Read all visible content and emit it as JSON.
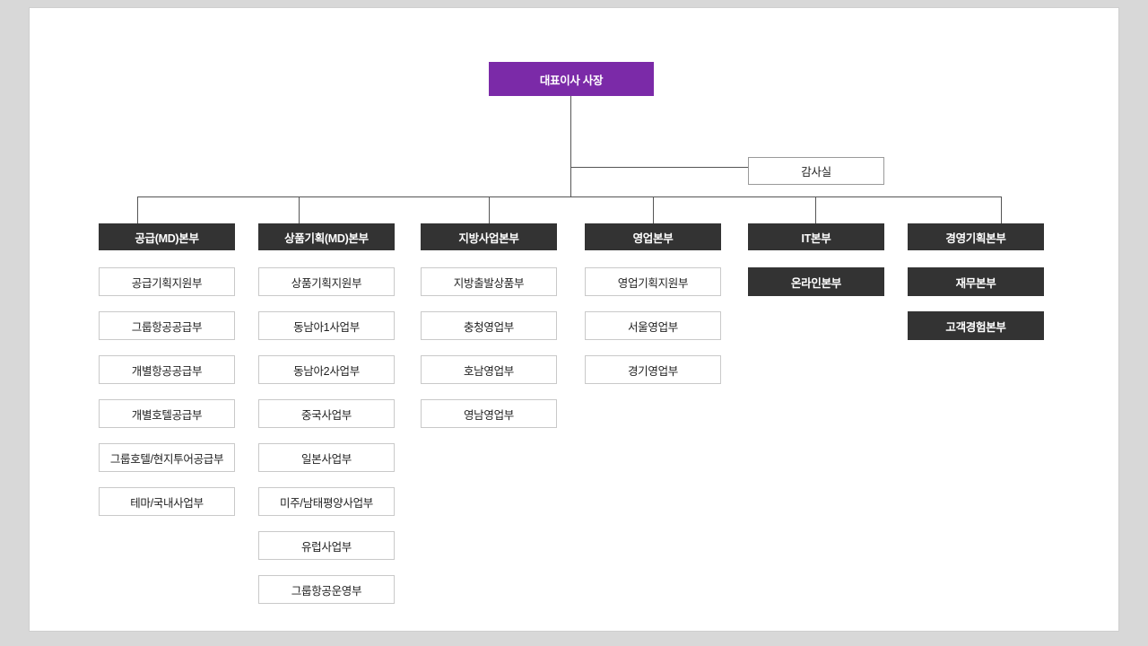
{
  "diagram": {
    "type": "org-chart",
    "title": "",
    "colors": {
      "root_fill": "#7b2aa8",
      "head_fill": "#333333",
      "plain_fill": "#ffffff",
      "border": "#c9c9c9",
      "connector": "#555555",
      "page_background": "#d8d8d8",
      "canvas_background": "#ffffff"
    },
    "root": {
      "label": "대표이사 사장"
    },
    "staff": {
      "label": "감사실"
    },
    "columns": [
      {
        "head": "공급(MD)본부",
        "head_style": "dark",
        "children": [
          {
            "label": "공급기획지원부",
            "style": "plain"
          },
          {
            "label": "그룹항공공급부",
            "style": "plain"
          },
          {
            "label": "개별항공공급부",
            "style": "plain"
          },
          {
            "label": "개별호텔공급부",
            "style": "plain"
          },
          {
            "label": "그룹호텔/현지투어공급부",
            "style": "plain"
          },
          {
            "label": "테마/국내사업부",
            "style": "plain"
          }
        ]
      },
      {
        "head": "상품기획(MD)본부",
        "head_style": "dark",
        "children": [
          {
            "label": "상품기획지원부",
            "style": "plain"
          },
          {
            "label": "동남아1사업부",
            "style": "plain"
          },
          {
            "label": "동남아2사업부",
            "style": "plain"
          },
          {
            "label": "중국사업부",
            "style": "plain"
          },
          {
            "label": "일본사업부",
            "style": "plain"
          },
          {
            "label": "미주/남태평양사업부",
            "style": "plain"
          },
          {
            "label": "유럽사업부",
            "style": "plain"
          },
          {
            "label": "그룹항공운영부",
            "style": "plain"
          }
        ]
      },
      {
        "head": "지방사업본부",
        "head_style": "dark",
        "children": [
          {
            "label": "지방출발상품부",
            "style": "plain"
          },
          {
            "label": "충청영업부",
            "style": "plain"
          },
          {
            "label": "호남영업부",
            "style": "plain"
          },
          {
            "label": "영남영업부",
            "style": "plain"
          }
        ]
      },
      {
        "head": "영업본부",
        "head_style": "dark",
        "children": [
          {
            "label": "영업기획지원부",
            "style": "plain"
          },
          {
            "label": "서울영업부",
            "style": "plain"
          },
          {
            "label": "경기영업부",
            "style": "plain"
          }
        ]
      },
      {
        "head": "IT본부",
        "head_style": "dark",
        "children": [
          {
            "label": "온라인본부",
            "style": "dark"
          }
        ]
      },
      {
        "head": "경영기획본부",
        "head_style": "dark",
        "children": [
          {
            "label": "재무본부",
            "style": "dark"
          },
          {
            "label": "고객경험본부",
            "style": "dark"
          }
        ]
      }
    ]
  }
}
